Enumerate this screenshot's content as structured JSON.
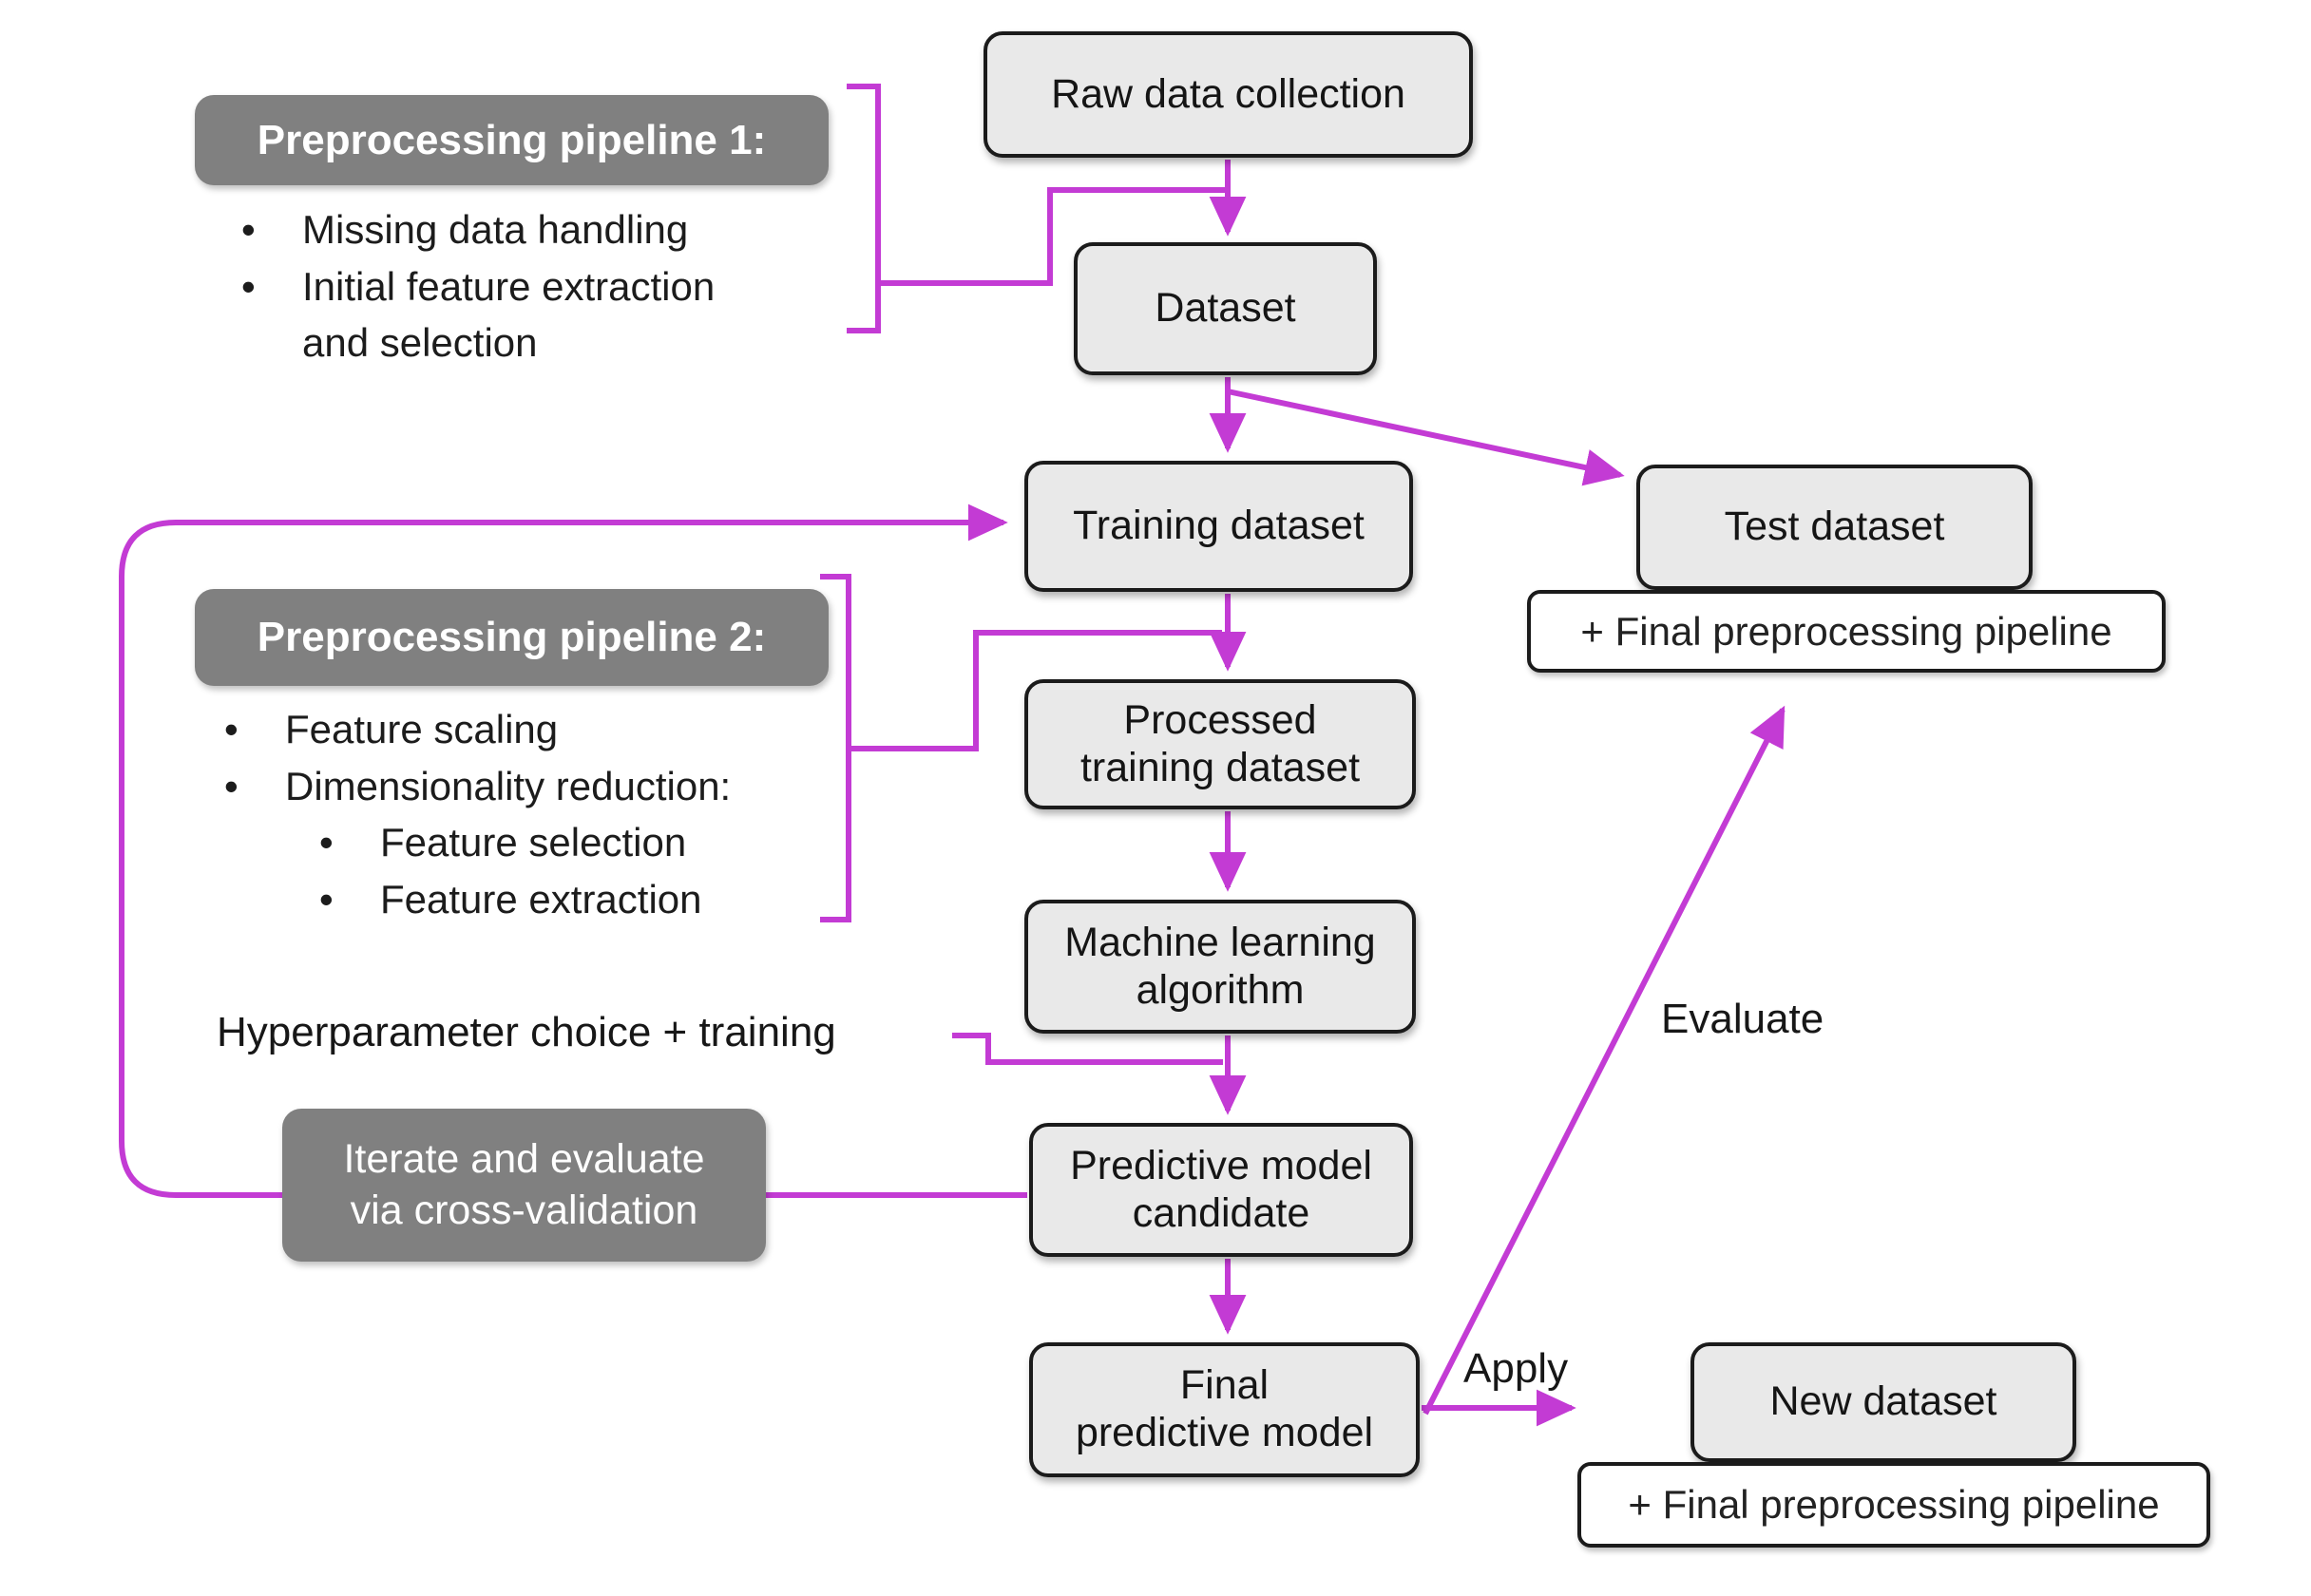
{
  "colors": {
    "accent": "#c33bd4",
    "node_fill": "#e9e9e9",
    "dark_fill": "#808080",
    "node_border": "#1b1b1b",
    "background": "#ffffff"
  },
  "nodes": {
    "raw": "Raw data collection",
    "dataset": "Dataset",
    "training": "Training dataset",
    "processed": "Processed\ntraining dataset",
    "ml": "Machine learning\nalgorithm",
    "candidate": "Predictive model\ncandidate",
    "final": "Final\npredictive model",
    "test": "Test dataset",
    "new": "New dataset",
    "test_plus": "+ Final preprocessing pipeline",
    "new_plus": "+ Final preprocessing pipeline"
  },
  "pipeline1": {
    "title": "Preprocessing pipeline 1:",
    "bullet": "•",
    "items": [
      "Missing data handling",
      "Initial feature extraction\nand selection"
    ]
  },
  "pipeline2": {
    "title": "Preprocessing pipeline 2:",
    "bullet": "•",
    "items": [
      "Feature scaling",
      "Dimensionality reduction:"
    ],
    "subitems": [
      "Feature selection",
      "Feature extraction"
    ]
  },
  "iterate_box": "Iterate and evaluate\nvia cross-validation",
  "labels": {
    "hyperparameter": "Hyperparameter choice + training",
    "evaluate": "Evaluate",
    "apply": "Apply"
  }
}
